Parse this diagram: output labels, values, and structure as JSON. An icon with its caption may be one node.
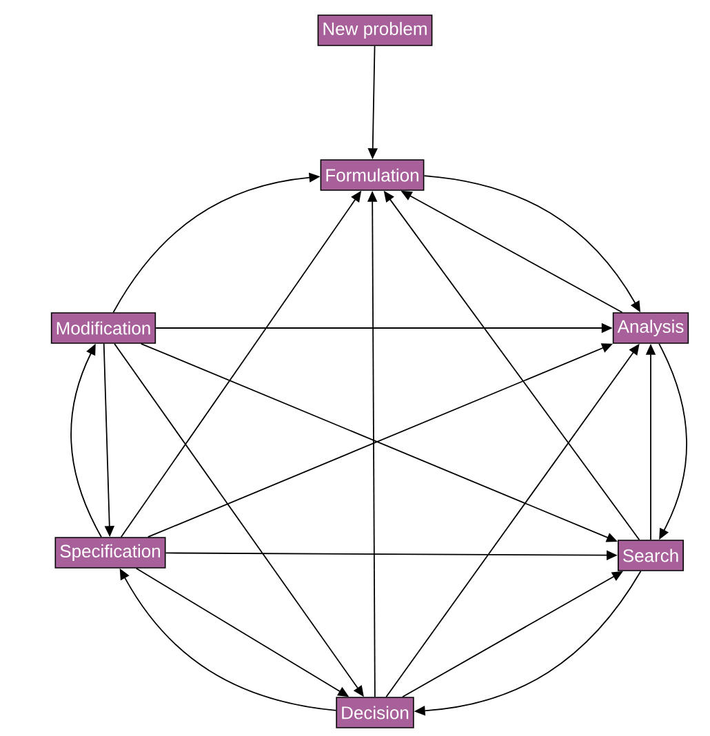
{
  "diagram": {
    "nodes": [
      {
        "text": [
          "New problem"
        ]
      },
      {
        "text": [
          "Formulation"
        ]
      },
      {
        "text": [
          "Analysis"
        ]
      },
      {
        "text": [
          "Search"
        ]
      },
      {
        "text": [
          "Decision"
        ]
      },
      {
        "text": [
          "Specification"
        ]
      },
      {
        "text": [
          "Modification"
        ]
      }
    ],
    "edges": [
      {
        "from": 0,
        "to": 1,
        "arrow": "to"
      },
      {
        "from": 1,
        "to": 2,
        "arrow": "to"
      },
      {
        "from": 2,
        "to": 1,
        "arrow": "to"
      },
      {
        "from": 6,
        "to": 1,
        "arrow": "to"
      },
      {
        "from": 3,
        "to": 1,
        "arrow": "to"
      },
      {
        "from": 5,
        "to": 1,
        "arrow": "to"
      },
      {
        "from": 4,
        "to": 1,
        "arrow": "to"
      },
      {
        "from": 6,
        "to": 2,
        "arrow": "to"
      },
      {
        "from": 5,
        "to": 2,
        "arrow": "to"
      },
      {
        "from": 4,
        "to": 2,
        "arrow": "to"
      },
      {
        "from": 3,
        "to": 2,
        "arrow": "to"
      },
      {
        "from": 2,
        "to": 3,
        "arrow": "to"
      },
      {
        "from": 6,
        "to": 3,
        "arrow": "to"
      },
      {
        "from": 5,
        "to": 3,
        "arrow": "to"
      },
      {
        "from": 4,
        "to": 3,
        "arrow": "to"
      },
      {
        "from": 3,
        "to": 4,
        "arrow": "to"
      },
      {
        "from": 6,
        "to": 5,
        "arrow": "to"
      },
      {
        "from": 6,
        "to": 4,
        "arrow": "to"
      },
      {
        "from": 5,
        "to": 4,
        "arrow": "to"
      },
      {
        "from": 4,
        "to": 5,
        "arrow": "to"
      },
      {
        "from": 5,
        "to": 6,
        "arrow": "to"
      }
    ]
  }
}
